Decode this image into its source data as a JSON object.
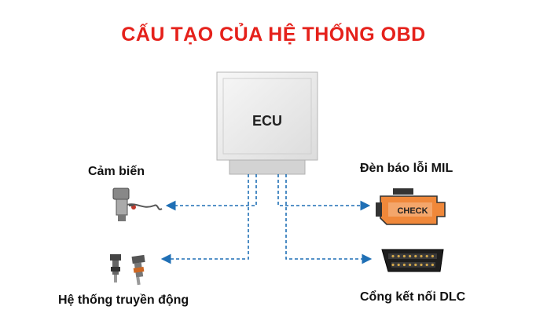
{
  "title": "CẤU TẠO CỦA HỆ THỐNG OBD",
  "ecu": {
    "label": "ECU"
  },
  "inputs": [
    {
      "label": "Cảm biến",
      "icon": "oxygen-sensor-icon"
    },
    {
      "label": "Hệ thống truyền động",
      "icon": "fuel-injector-icon"
    }
  ],
  "outputs": [
    {
      "label": "Đèn báo lỗi MIL",
      "icon": "check-engine-icon",
      "icon_text": "CHECK"
    },
    {
      "label": "Cổng kết nối DLC",
      "icon": "obd-connector-icon"
    }
  ],
  "colors": {
    "title": "#e5211b",
    "arrow": "#1f6fb5",
    "ecu_box": "#eeeeee",
    "engine_icon": "#f0883a"
  }
}
